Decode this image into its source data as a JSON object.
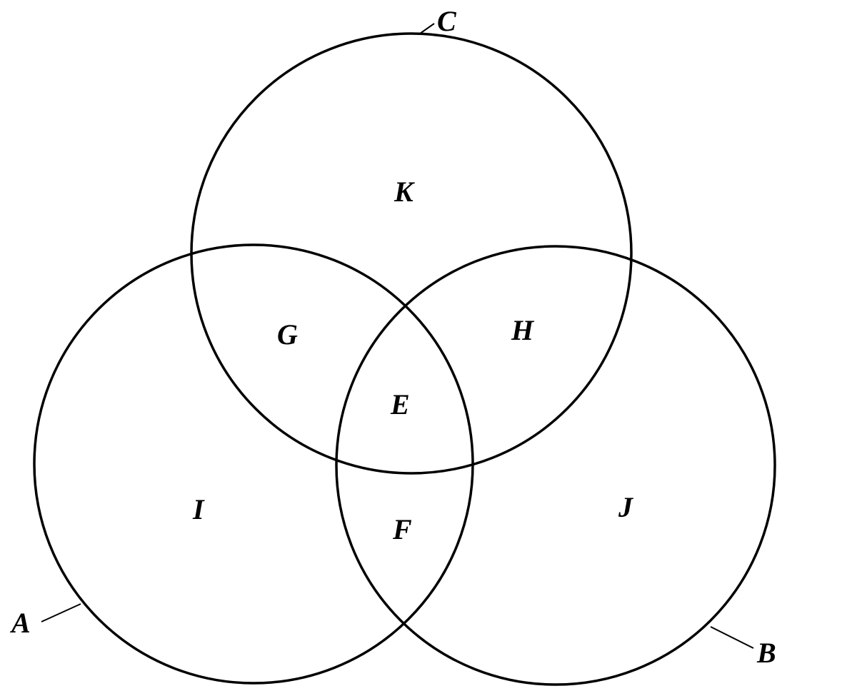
{
  "diagram": {
    "sets": {
      "a": "A",
      "b": "B",
      "c": "C"
    },
    "regions": {
      "all_three": "E",
      "a_b_only": "F",
      "a_c_only": "G",
      "b_c_only": "H",
      "a_only": "I",
      "b_only": "J",
      "c_only": "K"
    },
    "colors": {
      "stroke": "#000000",
      "background": "#ffffff"
    }
  }
}
